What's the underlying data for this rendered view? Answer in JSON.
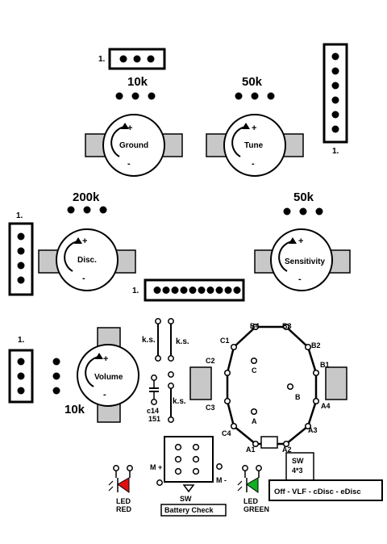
{
  "connectors": {
    "top_pin1": "1.",
    "right_pin1": "1.",
    "left_pin1": "1.",
    "bottom_left_pin1": "1.",
    "middle_pin1": "1."
  },
  "pots": {
    "ground": {
      "value": "10k",
      "name": "Ground",
      "plus": "+",
      "minus": "-"
    },
    "tune": {
      "value": "50k",
      "name": "Tune",
      "plus": "+",
      "minus": "-"
    },
    "disc": {
      "value": "200k",
      "name": "Disc.",
      "plus": "+",
      "minus": "-"
    },
    "sensitivity": {
      "value": "50k",
      "name": "Sensitivity",
      "plus": "+",
      "minus": "-"
    },
    "volume": {
      "value": "10k",
      "name": "Volume",
      "plus": "+",
      "minus": "-"
    }
  },
  "ks_labels": [
    "k.s.",
    "k.s.",
    "k.s."
  ],
  "capacitor": {
    "name": "c14",
    "code": "151"
  },
  "rotary_switch": {
    "contacts": [
      "B4",
      "B3",
      "B2",
      "B1",
      "A4",
      "A3",
      "A2",
      "A1",
      "C4",
      "C3",
      "C2",
      "C1"
    ],
    "inner": [
      "C",
      "B",
      "A"
    ]
  },
  "battery_switch": {
    "sw": "SW",
    "label": "Battery Check",
    "m_plus": "M +",
    "m_minus": "M -"
  },
  "led_red": {
    "line1": "LED",
    "line2": "RED",
    "color": "#e01010"
  },
  "led_green": {
    "line1": "LED",
    "line2": "GREEN",
    "color": "#10b020"
  },
  "mode_switch": {
    "sw": "SW",
    "type": "4*3",
    "label": "Off - VLF - cDisc - eDisc"
  }
}
